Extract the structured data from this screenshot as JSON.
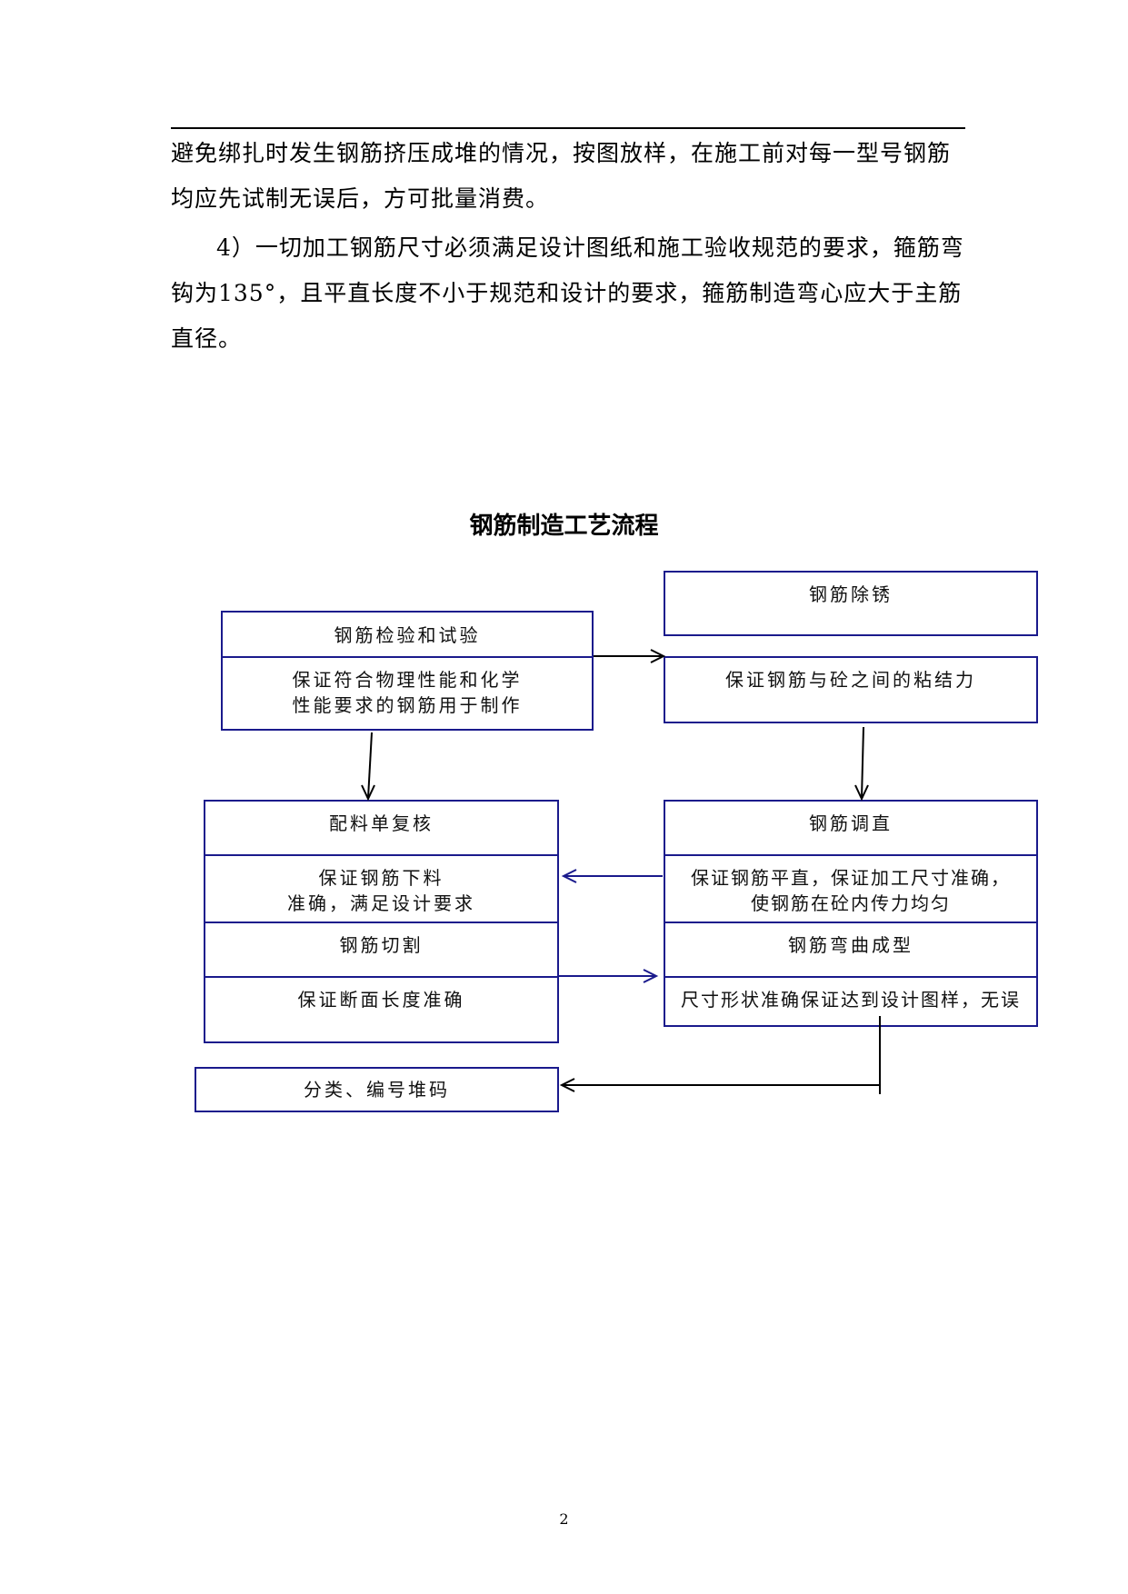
{
  "paragraphs": {
    "p1": "避免绑扎时发生钢筋挤压成堆的情况，按图放样，在施工前对每一型号钢筋均应先试制无误后，方可批量消费。",
    "p2": "4）一切加工钢筋尺寸必须满足设计图纸和施工验收规范的要求，箍筋弯钩为135°，且平直长度不小于规范和设计的要求，箍筋制造弯心应大于主筋直径。"
  },
  "flow_title": "钢筋制造工艺流程",
  "boxes": {
    "inspect_title": "钢筋检验和试验",
    "inspect_line1": "保证符合物理性能和化学",
    "inspect_line2": "性能要求的钢筋用于制作",
    "derust_title": "钢筋除锈",
    "derust_desc": "保证钢筋与砼之间的粘结力",
    "review_title": "配料单复核",
    "review_line1": "保证钢筋下料",
    "review_line2": "准确，满足设计要求",
    "straighten_title": "钢筋调直",
    "straighten_line1": "保证钢筋平直，保证加工尺寸准确，",
    "straighten_line2": "使钢筋在砼内传力均匀",
    "cut_title": "钢筋切割",
    "cut_desc": "保证断面长度准确",
    "bend_title": "钢筋弯曲成型",
    "bend_desc": "尺寸形状准确保证达到设计图样，无误",
    "sort_title": "分类、编号堆码"
  },
  "colors": {
    "box_border": "#1a1a8c",
    "arrow_blue": "#1a1a8c",
    "arrow_black": "#000000"
  },
  "page_number": "2"
}
